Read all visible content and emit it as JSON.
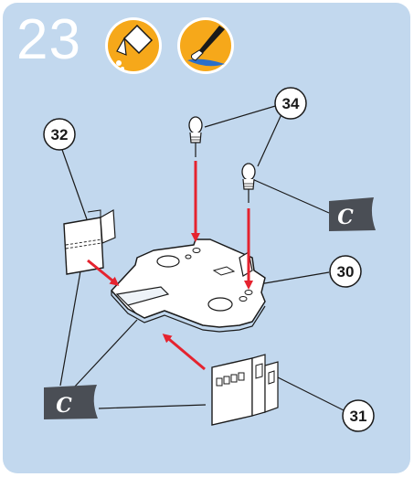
{
  "step": {
    "number": "23"
  },
  "tool_icons": [
    {
      "name": "glue-bottle-icon"
    },
    {
      "name": "paintbrush-icon"
    }
  ],
  "callouts": [
    {
      "id": "part-32",
      "label": "32"
    },
    {
      "id": "part-34",
      "label": "34"
    },
    {
      "id": "part-30",
      "label": "30"
    },
    {
      "id": "part-31",
      "label": "31"
    }
  ],
  "flags": [
    {
      "id": "flag-right",
      "label": "C"
    },
    {
      "id": "flag-left",
      "label": "C"
    }
  ],
  "colors": {
    "panel": "#c2d8ee",
    "icon_orange": "#f6a81a",
    "arrow_red": "#e5232f",
    "flag_grey": "#4a4e55",
    "part_fill": "#ffffff",
    "outline": "#1a1a1a"
  }
}
